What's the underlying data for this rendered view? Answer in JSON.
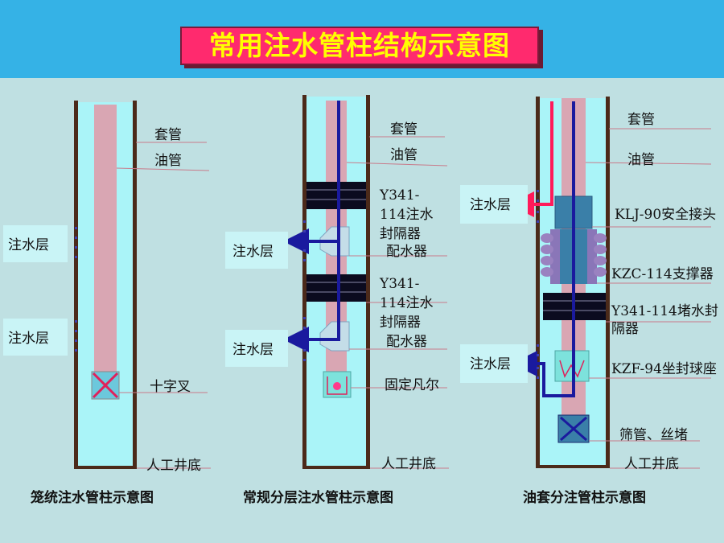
{
  "title": "常用注水管柱结构示意图",
  "colors": {
    "top_band": "#35b2e6",
    "background": "#bfe0e2",
    "title_bg": "#ff2a6e",
    "title_text": "#ffff00",
    "casing": "#4b2a1a",
    "fluid": "#aaf4f8",
    "tubing": "#d9a6b3",
    "flow_blue": "#1a1a9e",
    "flow_red": "#ff1a5a",
    "packer": "#0b0b1f"
  },
  "diagram1": {
    "caption": "笼统注水管柱示意图",
    "labels": {
      "casing": "套管",
      "tubing": "油管",
      "cross": "十字叉",
      "bottom": "人工井底"
    },
    "zones": [
      "注水层",
      "注水层"
    ]
  },
  "diagram2": {
    "caption": "常规分层注水管柱示意图",
    "labels": {
      "casing": "套管",
      "tubing": "油管",
      "packer1": [
        "Y341-",
        "114注水",
        "封隔器"
      ],
      "distributor1": "配水器",
      "packer2": [
        "Y341-",
        "114注水",
        "封隔器"
      ],
      "distributor2": "配水器",
      "valve": "固定凡尔",
      "bottom": "人工井底"
    },
    "zones": [
      "注水层",
      "注水层"
    ]
  },
  "diagram3": {
    "caption": "油套分注管柱示意图",
    "labels": {
      "casing": "套管",
      "tubing": "油管",
      "safety_joint": "KLJ-90安全接头",
      "anchor": "KZC-114支撑器",
      "packer": [
        "Y341-114堵水封",
        "隔器"
      ],
      "seat": "KZF-94坐封球座",
      "screen": "筛管、丝堵",
      "bottom": "人工井底"
    },
    "zones": [
      "注水层",
      "注水层"
    ]
  },
  "icons": {
    "cross": "x-cross-icon",
    "valve": "fixed-valve-icon",
    "seat": "ball-seat-icon",
    "plug": "screen-plug-icon"
  }
}
